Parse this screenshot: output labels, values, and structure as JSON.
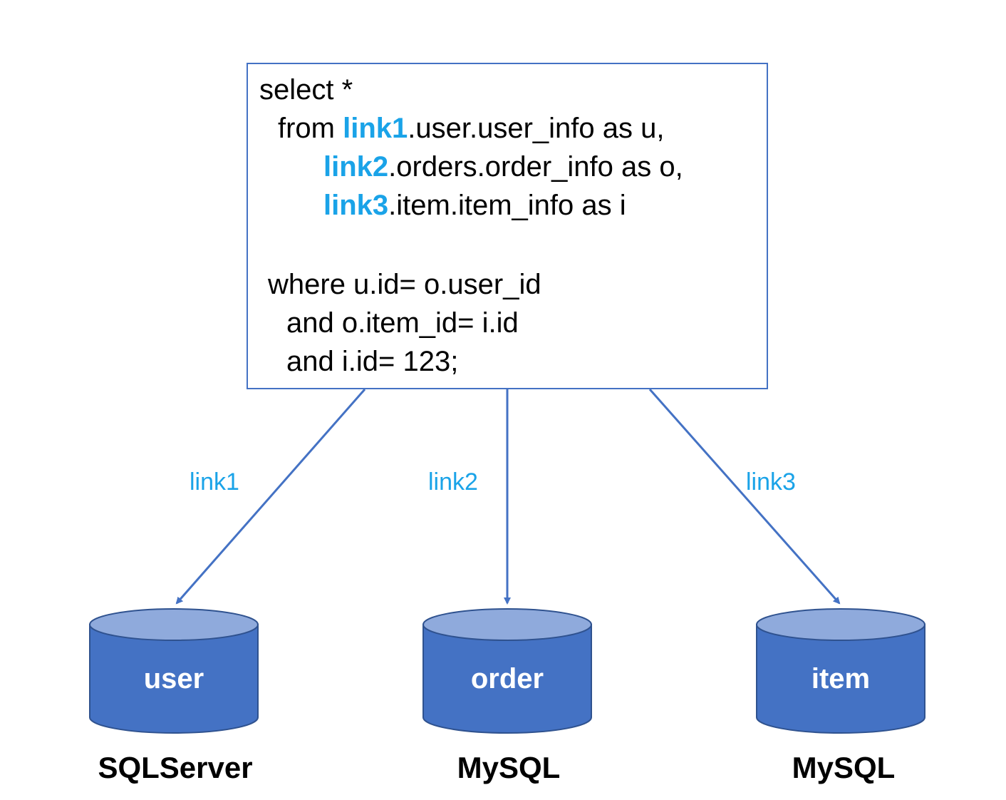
{
  "sql": {
    "line1": "select *",
    "line2_prefix": "from ",
    "line2_link": "link1",
    "line2_rest": ".user.user_info as u,",
    "line3_link": "link2",
    "line3_rest": ".orders.order_info as o,",
    "line4_link": "link3",
    "line4_rest": ".item.item_info as i",
    "line5": "where u.id= o.user_id",
    "line6": "and o.item_id= i.id",
    "line7": "and i.id= 123;"
  },
  "links": [
    {
      "label": "link1"
    },
    {
      "label": "link2"
    },
    {
      "label": "link3"
    }
  ],
  "databases": [
    {
      "name": "user",
      "engine": "SQLServer"
    },
    {
      "name": "order",
      "engine": "MySQL"
    },
    {
      "name": "item",
      "engine": "MySQL"
    }
  ],
  "colors": {
    "box_border": "#4472c4",
    "arrow": "#4472c4",
    "link_text": "#1aa3e8",
    "cylinder_body": "#4472c4",
    "cylinder_top": "#8faadc"
  }
}
